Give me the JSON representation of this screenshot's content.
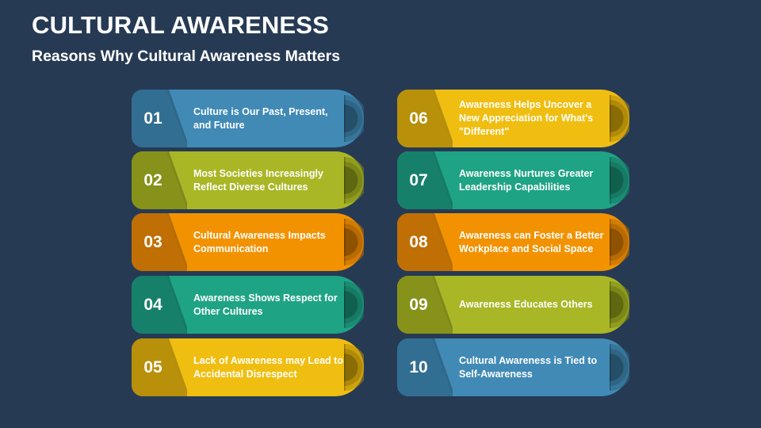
{
  "slide": {
    "title": "CULTURAL AWARENESS",
    "subtitle": "Reasons Why Cultural Awareness Matters",
    "background": "#263A54"
  },
  "items": [
    {
      "number": "01",
      "text": "Culture is Our Past, Present, and Future",
      "color": "#418AB6",
      "dark": "#326E92",
      "ring": "#2F6685",
      "inner": "#254F68",
      "col": 0,
      "row": 0
    },
    {
      "number": "02",
      "text": "Most Societies Increasingly Reflect Diverse Cultures",
      "color": "#A9B726",
      "dark": "#869219",
      "ring": "#7C8718",
      "inner": "#5F6810",
      "col": 0,
      "row": 1
    },
    {
      "number": "03",
      "text": "Cultural Awareness Impacts Communication",
      "color": "#F39200",
      "dark": "#C06F05",
      "ring": "#B86B00",
      "inner": "#8E5200",
      "col": 0,
      "row": 2
    },
    {
      "number": "04",
      "text": "Awareness Shows Respect for Other Cultures",
      "color": "#1FA385",
      "dark": "#17806A",
      "ring": "#167A64",
      "inner": "#10604E",
      "col": 0,
      "row": 3
    },
    {
      "number": "05",
      "text": "Lack of Awareness may Lead to Accidental Disrespect",
      "color": "#F0BE10",
      "dark": "#B8900A",
      "ring": "#B08A08",
      "inner": "#8A6C05",
      "col": 0,
      "row": 4
    },
    {
      "number": "06",
      "text": "Awareness Helps Uncover a New Appreciation for What's \"Different\"",
      "color": "#F0BE10",
      "dark": "#B8900A",
      "ring": "#B08A08",
      "inner": "#8A6C05",
      "col": 1,
      "row": 0
    },
    {
      "number": "07",
      "text": "Awareness Nurtures Greater Leadership Capabilities",
      "color": "#1FA385",
      "dark": "#17806A",
      "ring": "#167A64",
      "inner": "#10604E",
      "col": 1,
      "row": 1
    },
    {
      "number": "08",
      "text": "Awareness can Foster a Better Workplace and Social Space",
      "color": "#F39200",
      "dark": "#C06F05",
      "ring": "#B86B00",
      "inner": "#8E5200",
      "col": 1,
      "row": 2
    },
    {
      "number": "09",
      "text": "Awareness Educates Others",
      "color": "#A9B726",
      "dark": "#869219",
      "ring": "#7C8718",
      "inner": "#5F6810",
      "col": 1,
      "row": 3
    },
    {
      "number": "10",
      "text": "Cultural Awareness is Tied to Self-Awareness",
      "color": "#418AB6",
      "dark": "#326E92",
      "ring": "#2F6685",
      "inner": "#254F68",
      "col": 1,
      "row": 4
    }
  ]
}
